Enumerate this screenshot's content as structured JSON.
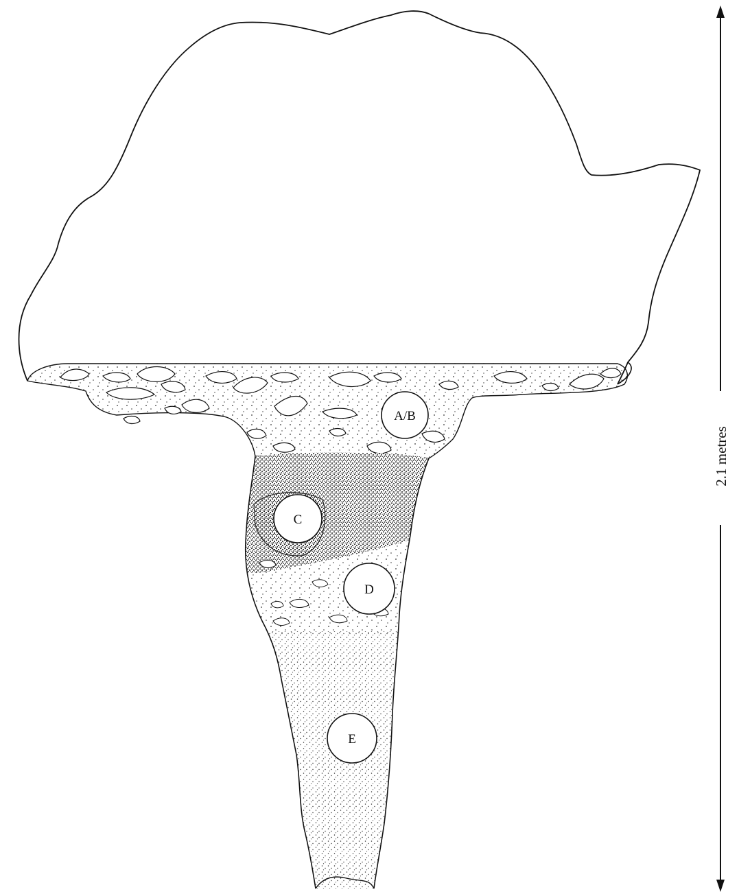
{
  "figure": {
    "labels": [
      {
        "id": "ab",
        "text": "A/B"
      },
      {
        "id": "c",
        "text": "C"
      },
      {
        "id": "d",
        "text": "D"
      },
      {
        "id": "e",
        "text": "E"
      }
    ],
    "scale_bar": {
      "text": "2.1 metres"
    }
  },
  "colors": {
    "ink": "#111111",
    "background": "#ffffff"
  }
}
